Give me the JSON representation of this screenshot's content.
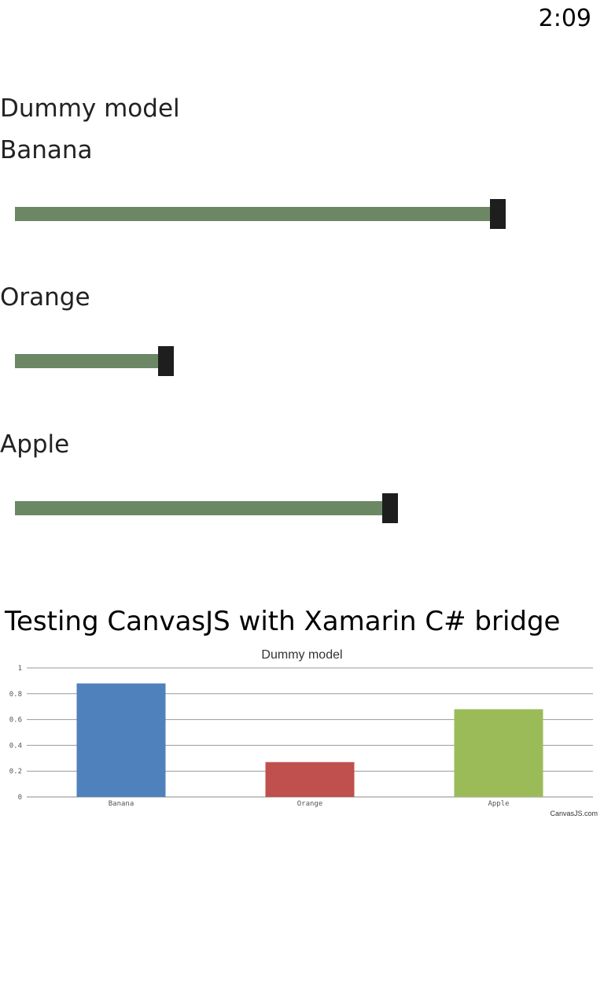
{
  "status_bar": {
    "time": "2:09"
  },
  "model_title": "Dummy model",
  "sliders": [
    {
      "label": "Banana",
      "value": 0.99
    },
    {
      "label": "Orange",
      "value": 0.31
    },
    {
      "label": "Apple",
      "value": 0.77
    }
  ],
  "chart_heading": "Testing CanvasJS with Xamarin C# bridge",
  "chart_credit": "CanvasJS.com",
  "chart_data": {
    "type": "bar",
    "title": "Dummy model",
    "categories": [
      "Banana",
      "Orange",
      "Apple"
    ],
    "values": [
      0.88,
      0.27,
      0.68
    ],
    "colors": [
      "#4f81bd",
      "#c0504d",
      "#9bbb59"
    ],
    "ylim": [
      0,
      1
    ],
    "yticks": [
      "0",
      "0.2",
      "0.4",
      "0.6",
      "0.8",
      "1"
    ],
    "grid": true
  }
}
